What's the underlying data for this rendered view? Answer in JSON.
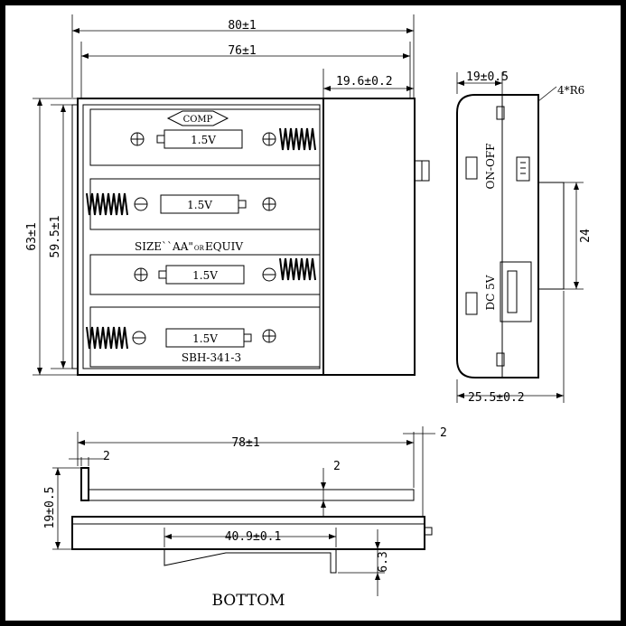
{
  "dimensions": {
    "overall_length": "80±1",
    "inner_length": "76±1",
    "switch_section": "19.6±0.2",
    "height_total": "63±1",
    "height_inner": "59.5±1",
    "side_width": "19±0.5",
    "corner_radius": "4*R6",
    "side_span": "24",
    "side_base": "25.5±0.2",
    "bottom_length": "78±1",
    "bottom_lip_left": "2",
    "bottom_lip_right": "2",
    "bottom_step": "2",
    "bottom_height": "19±0.5",
    "clip_length": "40.9±0.1",
    "clip_depth": "6.3"
  },
  "labels": {
    "comp": "COMP",
    "cell_voltage": "1.5V",
    "size_text": "SIZE``AA\"",
    "size_or": "OR",
    "size_equiv": "EQUIV",
    "model": "SBH-341-3",
    "switch": "ON-OFF",
    "dc_jack": "DC 5V",
    "bottom_title": "BOTTOM"
  }
}
